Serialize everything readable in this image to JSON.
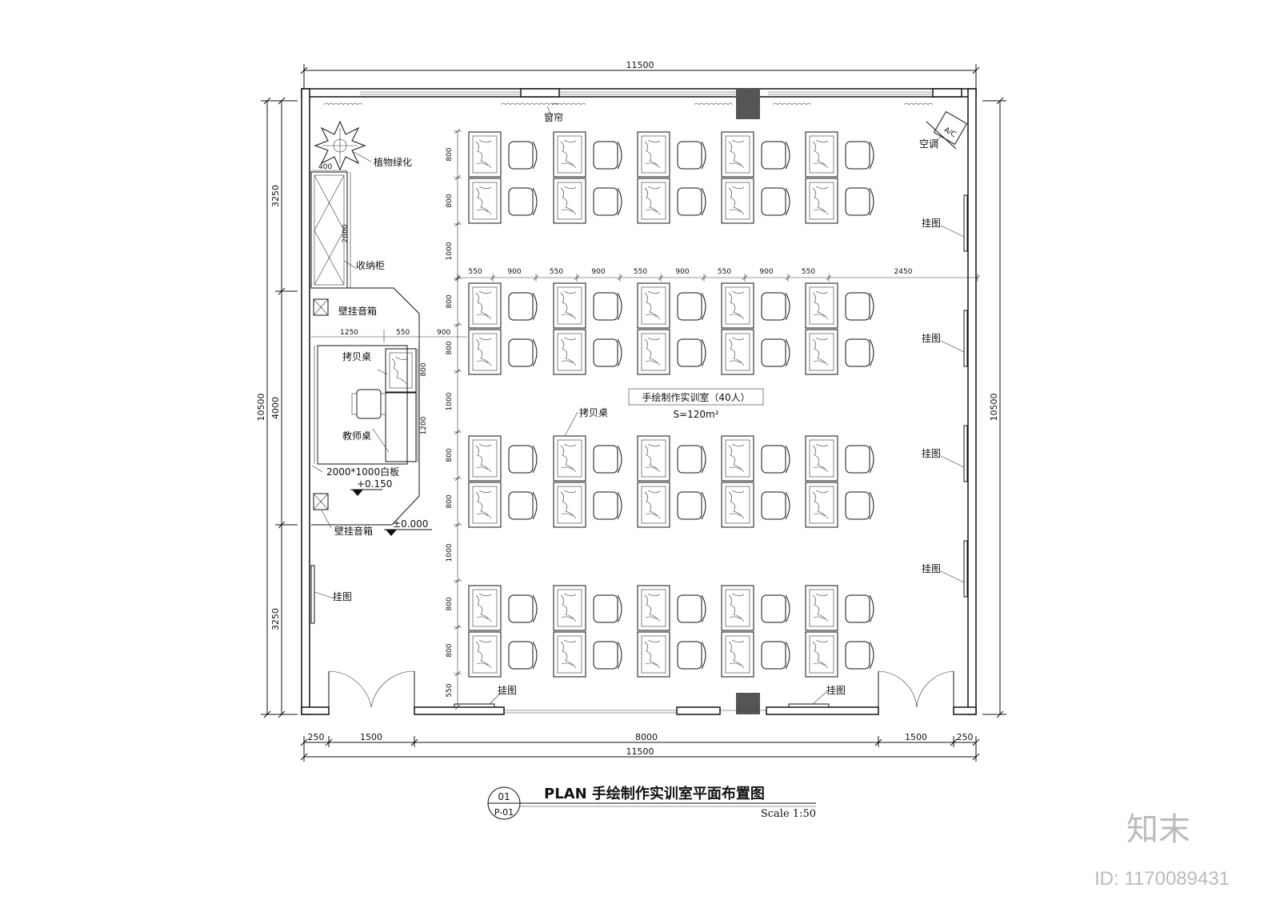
{
  "title": {
    "circle_num": "01",
    "circle_sheet": "P-01",
    "main": "PLAN 手绘制作实训室平面布置图",
    "scale": "Scale 1:50"
  },
  "room": {
    "name": "手绘制作实训室（40人）",
    "area": "S=120m²"
  },
  "dims": {
    "top_overall": "11500",
    "bottom_overall": "11500",
    "bottom_segments": [
      "250",
      "1500",
      "8000",
      "1500",
      "250"
    ],
    "left_overall": "10500",
    "left_segments": [
      "3250",
      "4000",
      "3250"
    ],
    "right_overall": "10500",
    "desk_row": [
      "550",
      "900",
      "550",
      "900",
      "550",
      "900",
      "550",
      "900",
      "550",
      "2450"
    ],
    "vertical_column": [
      "800",
      "800",
      "1000",
      "800",
      "800",
      "1000",
      "800",
      "800",
      "1000",
      "800",
      "800",
      "550"
    ],
    "cabinet_w": "400",
    "cabinet_h": "2000",
    "teacher_w1": "1250",
    "teacher_w2": "550",
    "teacher_w3": "900",
    "teacher_h1": "800",
    "teacher_h2": "1200"
  },
  "labels": {
    "curtain": "窗帘",
    "ac_label": "空调",
    "ac_box": "A/C",
    "plant": "植物绿化",
    "cabinet": "收纳柜",
    "speaker_top": "壁挂音箱",
    "speaker_bottom": "壁挂音箱",
    "copy_table_teacher": "拷贝桌",
    "teacher_desk": "教师桌",
    "whiteboard": "2000*1000白板",
    "level_high": "+0.150",
    "level_low": "±0.000",
    "copy_table_room": "拷贝桌",
    "hang_right": [
      "挂图",
      "挂图",
      "挂图",
      "挂图"
    ],
    "hang_left": "挂图",
    "hang_bottom": [
      "挂图",
      "挂图"
    ]
  },
  "watermark": {
    "logo": "知末",
    "id": "ID: 1170089431"
  }
}
